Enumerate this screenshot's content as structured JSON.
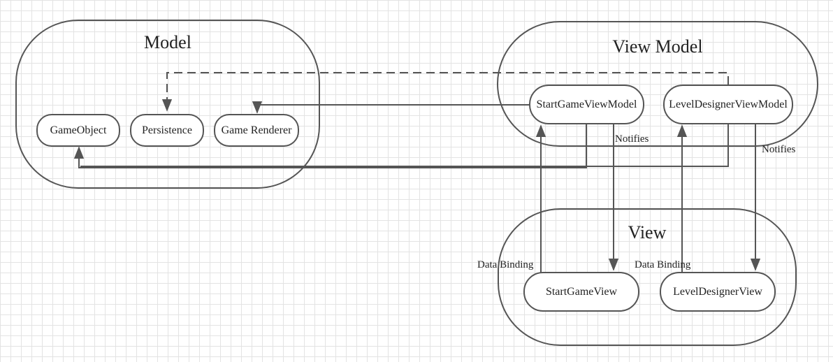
{
  "containers": {
    "model": {
      "title": "Model"
    },
    "view_model": {
      "title": "View Model"
    },
    "view": {
      "title": "View"
    }
  },
  "nodes": {
    "game_object": "GameObject",
    "persistence": "Persistence",
    "game_renderer": "Game Renderer",
    "start_game_view_model": "StartGameViewModel",
    "level_designer_view_model": "LevelDesignerViewModel",
    "start_game_view": "StartGameView",
    "level_designer_view": "LevelDesignerView"
  },
  "edge_labels": {
    "notifies_start": "Notifies",
    "notifies_level": "Notifies",
    "binding_start": "Data Binding",
    "binding_level": "Data Binding"
  },
  "colors": {
    "stroke": "#555555",
    "grid": "#e3e3e3",
    "background": "#ffffff"
  }
}
